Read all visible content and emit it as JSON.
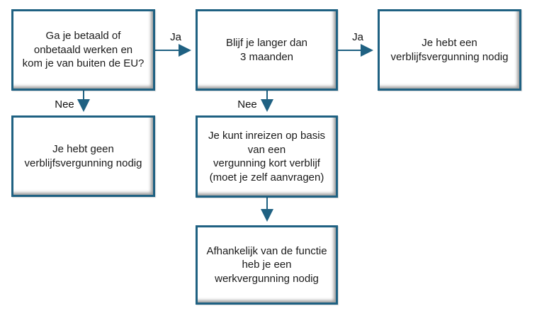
{
  "flowchart": {
    "colors": {
      "box_border": "#1f6182",
      "arrow": "#1f6182",
      "text": "#1a1a1a",
      "background": "#ffffff"
    },
    "nodes": {
      "start": {
        "lines": [
          "Ga je betaald of",
          "onbetaald werken en",
          "kom je van buiten de EU?"
        ]
      },
      "duration": {
        "lines": [
          "Blijf je langer dan",
          "3 maanden"
        ]
      },
      "residence_needed": {
        "lines": [
          "Je hebt een",
          "verblijfsvergunning nodig"
        ]
      },
      "no_residence_needed": {
        "lines": [
          "Je hebt geen",
          "verblijfsvergunning nodig"
        ]
      },
      "short_stay": {
        "lines": [
          "Je kunt inreizen op basis",
          "van een",
          "vergunning kort verblijf",
          "(moet je zelf aanvragen)"
        ]
      },
      "work_permit": {
        "lines": [
          "Afhankelijk van de functie",
          "heb je een",
          "werkvergunning nodig"
        ]
      }
    },
    "edge_labels": {
      "ja_1": "Ja",
      "ja_2": "Ja",
      "nee_1": "Nee",
      "nee_2": "Nee"
    }
  }
}
